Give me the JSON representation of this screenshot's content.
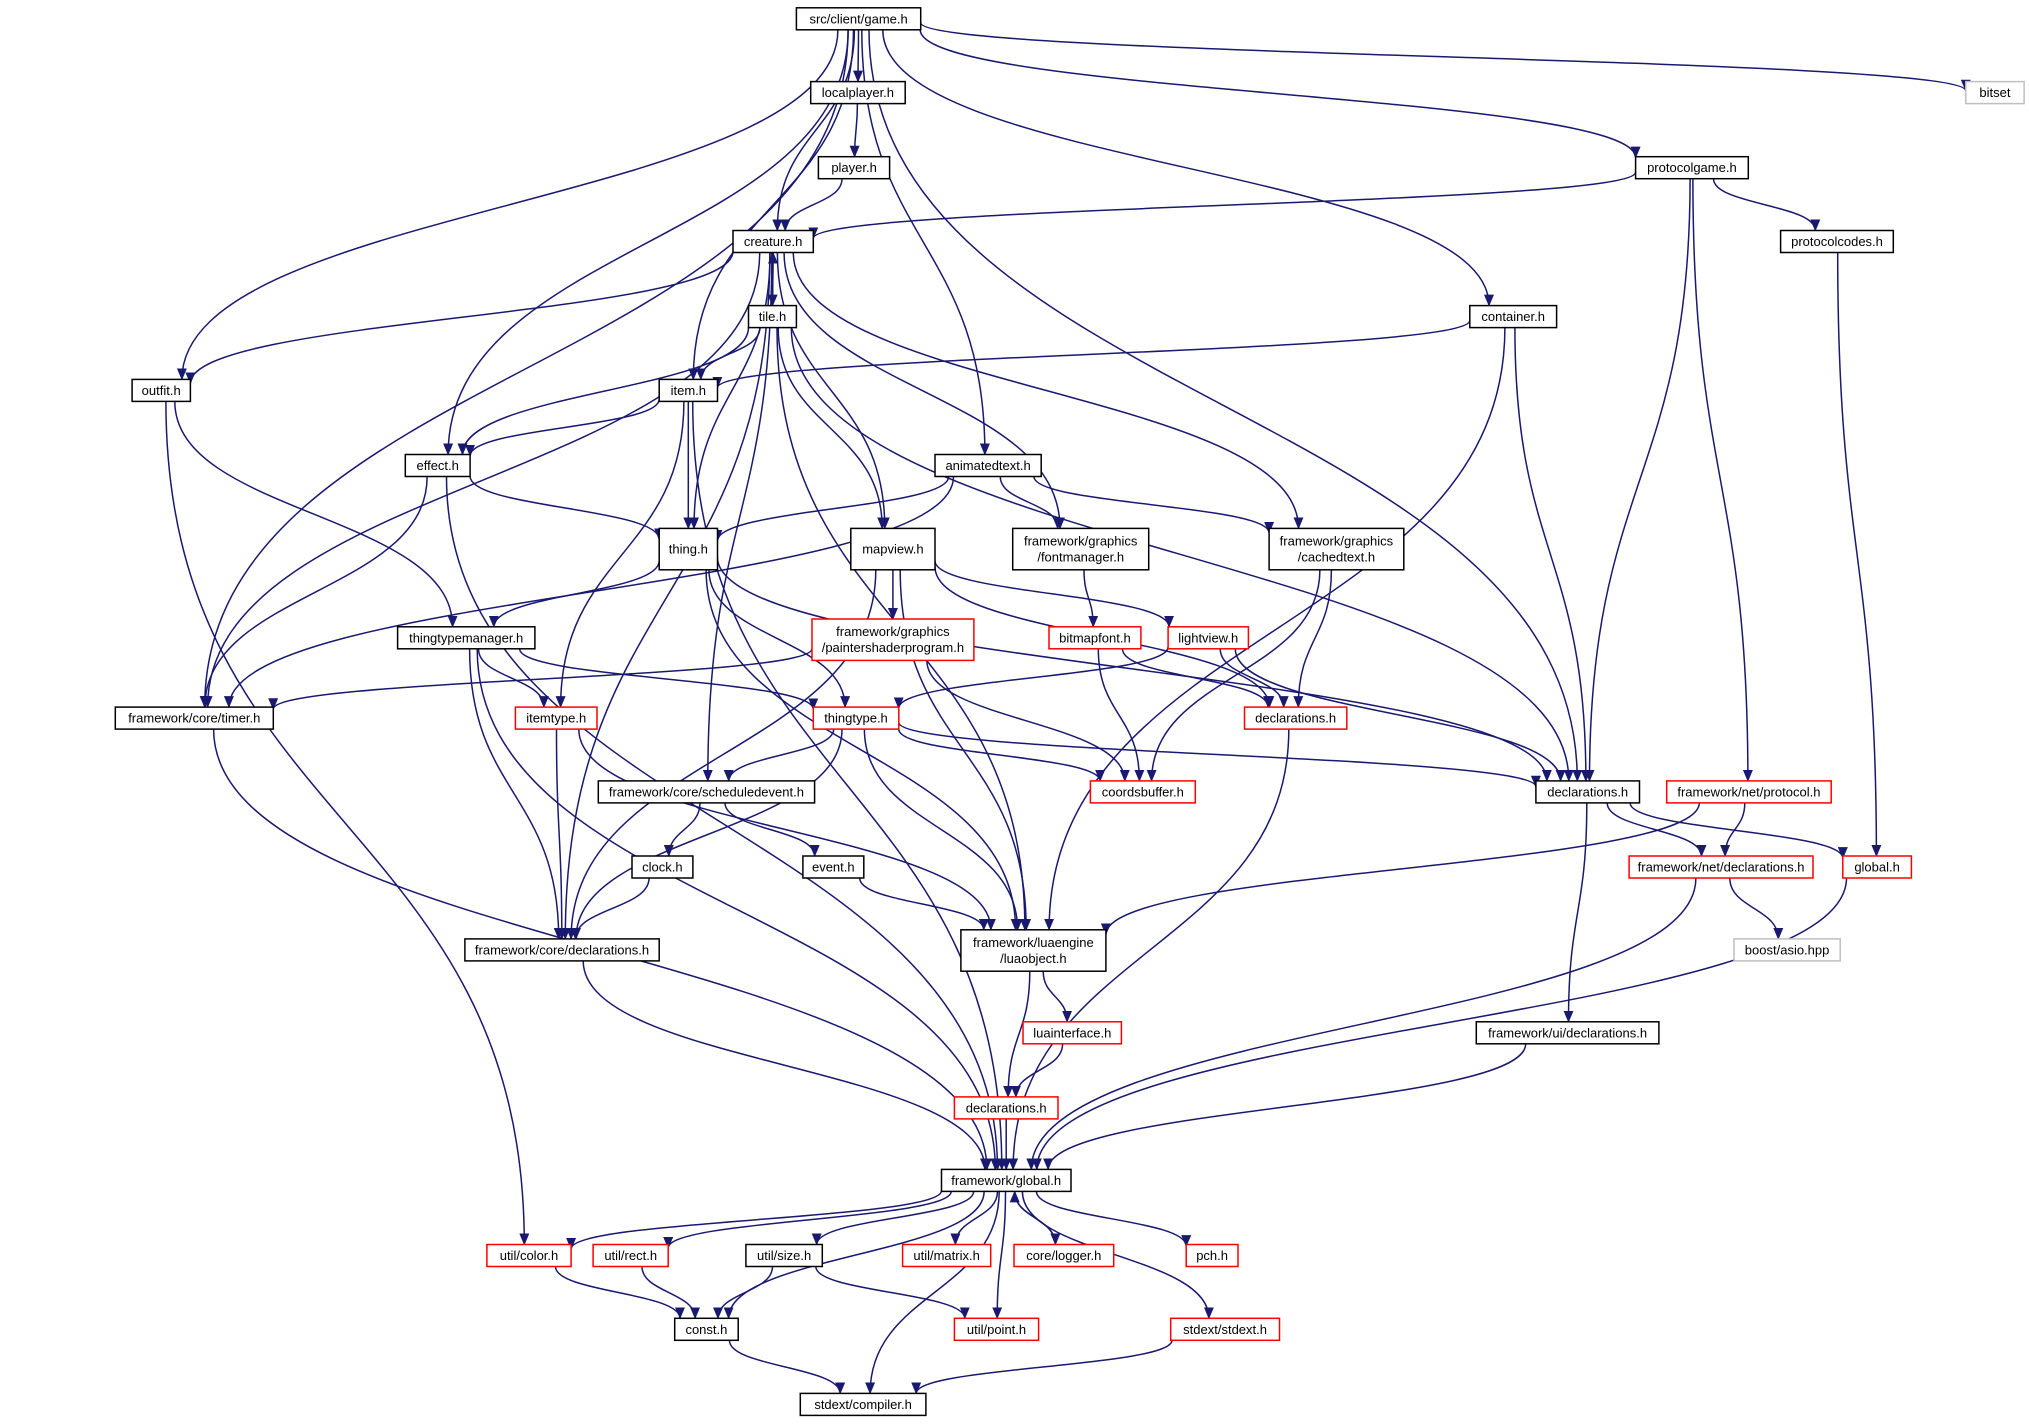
{
  "graph": {
    "colors": {
      "edge": "#191970",
      "node_normal": "#000000",
      "node_incomplete": "#ff0000",
      "node_external": "#bfbfbf",
      "node_root_fill": "#bfbfbf"
    },
    "nodes": {
      "game": {
        "lines": [
          "src/client/game.h"
        ],
        "kind": "root"
      },
      "localplayer": {
        "lines": [
          "localplayer.h"
        ],
        "kind": "normal"
      },
      "bitset": {
        "lines": [
          "bitset"
        ],
        "kind": "external"
      },
      "player": {
        "lines": [
          "player.h"
        ],
        "kind": "normal"
      },
      "protocolgame": {
        "lines": [
          "protocolgame.h"
        ],
        "kind": "normal"
      },
      "creature": {
        "lines": [
          "creature.h"
        ],
        "kind": "normal"
      },
      "protocolcodes": {
        "lines": [
          "protocolcodes.h"
        ],
        "kind": "normal"
      },
      "tile": {
        "lines": [
          "tile.h"
        ],
        "kind": "normal"
      },
      "container": {
        "lines": [
          "container.h"
        ],
        "kind": "normal"
      },
      "outfit": {
        "lines": [
          "outfit.h"
        ],
        "kind": "normal"
      },
      "item": {
        "lines": [
          "item.h"
        ],
        "kind": "normal"
      },
      "effect": {
        "lines": [
          "effect.h"
        ],
        "kind": "normal"
      },
      "animatedtext": {
        "lines": [
          "animatedtext.h"
        ],
        "kind": "normal"
      },
      "thing": {
        "lines": [
          "thing.h"
        ],
        "kind": "normal"
      },
      "mapview": {
        "lines": [
          "mapview.h"
        ],
        "kind": "normal"
      },
      "fontmanager": {
        "lines": [
          "framework/graphics",
          "/fontmanager.h"
        ],
        "kind": "normal"
      },
      "cachedtext": {
        "lines": [
          "framework/graphics",
          "/cachedtext.h"
        ],
        "kind": "normal"
      },
      "thingtypemanager": {
        "lines": [
          "thingtypemanager.h"
        ],
        "kind": "normal"
      },
      "paintershader": {
        "lines": [
          "framework/graphics",
          "/paintershaderprogram.h"
        ],
        "kind": "incomplete"
      },
      "bitmapfont": {
        "lines": [
          "bitmapfont.h"
        ],
        "kind": "incomplete"
      },
      "lightview": {
        "lines": [
          "lightview.h"
        ],
        "kind": "incomplete"
      },
      "timer": {
        "lines": [
          "framework/core/timer.h"
        ],
        "kind": "normal"
      },
      "itemtype": {
        "lines": [
          "itemtype.h"
        ],
        "kind": "incomplete"
      },
      "thingtype": {
        "lines": [
          "thingtype.h"
        ],
        "kind": "incomplete"
      },
      "declarations_red": {
        "lines": [
          "declarations.h"
        ],
        "kind": "incomplete"
      },
      "scheduledevent": {
        "lines": [
          "framework/core/scheduledevent.h"
        ],
        "kind": "normal"
      },
      "coordsbuffer": {
        "lines": [
          "coordsbuffer.h"
        ],
        "kind": "incomplete"
      },
      "declarations_main": {
        "lines": [
          "declarations.h"
        ],
        "kind": "normal"
      },
      "netprotocol": {
        "lines": [
          "framework/net/protocol.h"
        ],
        "kind": "incomplete"
      },
      "clock": {
        "lines": [
          "clock.h"
        ],
        "kind": "normal"
      },
      "event": {
        "lines": [
          "event.h"
        ],
        "kind": "normal"
      },
      "netdeclarations": {
        "lines": [
          "framework/net/declarations.h"
        ],
        "kind": "incomplete"
      },
      "global_red": {
        "lines": [
          "global.h"
        ],
        "kind": "incomplete"
      },
      "coredeclarations": {
        "lines": [
          "framework/core/declarations.h"
        ],
        "kind": "normal"
      },
      "luaobject": {
        "lines": [
          "framework/luaengine",
          "/luaobject.h"
        ],
        "kind": "normal"
      },
      "boostasio": {
        "lines": [
          "boost/asio.hpp"
        ],
        "kind": "external"
      },
      "luainterface": {
        "lines": [
          "luainterface.h"
        ],
        "kind": "incomplete"
      },
      "uideclarations": {
        "lines": [
          "framework/ui/declarations.h"
        ],
        "kind": "normal"
      },
      "declarations_lua": {
        "lines": [
          "declarations.h"
        ],
        "kind": "incomplete"
      },
      "fwglobal": {
        "lines": [
          "framework/global.h"
        ],
        "kind": "normal"
      },
      "color": {
        "lines": [
          "util/color.h"
        ],
        "kind": "incomplete"
      },
      "rect": {
        "lines": [
          "util/rect.h"
        ],
        "kind": "incomplete"
      },
      "size": {
        "lines": [
          "util/size.h"
        ],
        "kind": "normal"
      },
      "matrix": {
        "lines": [
          "util/matrix.h"
        ],
        "kind": "incomplete"
      },
      "logger": {
        "lines": [
          "core/logger.h"
        ],
        "kind": "incomplete"
      },
      "pch": {
        "lines": [
          "pch.h"
        ],
        "kind": "incomplete"
      },
      "const": {
        "lines": [
          "const.h"
        ],
        "kind": "normal"
      },
      "point": {
        "lines": [
          "util/point.h"
        ],
        "kind": "incomplete"
      },
      "stdext": {
        "lines": [
          "stdext/stdext.h"
        ],
        "kind": "incomplete"
      },
      "compiler": {
        "lines": [
          "stdext/compiler.h"
        ],
        "kind": "normal"
      }
    },
    "edges": [
      [
        "game",
        "localplayer"
      ],
      [
        "game",
        "bitset"
      ],
      [
        "game",
        "protocolgame"
      ],
      [
        "game",
        "creature"
      ],
      [
        "game",
        "container"
      ],
      [
        "game",
        "outfit"
      ],
      [
        "game",
        "item"
      ],
      [
        "game",
        "effect"
      ],
      [
        "game",
        "animatedtext"
      ],
      [
        "game",
        "timer"
      ],
      [
        "game",
        "declarations_main"
      ],
      [
        "localplayer",
        "player"
      ],
      [
        "player",
        "creature"
      ],
      [
        "protocolgame",
        "creature"
      ],
      [
        "protocolgame",
        "protocolcodes"
      ],
      [
        "protocolgame",
        "declarations_main"
      ],
      [
        "protocolgame",
        "netprotocol"
      ],
      [
        "protocolcodes",
        "global_red"
      ],
      [
        "creature",
        "tile"
      ],
      [
        "creature",
        "outfit"
      ],
      [
        "creature",
        "timer"
      ],
      [
        "creature",
        "thing"
      ],
      [
        "creature",
        "mapview"
      ],
      [
        "creature",
        "fontmanager"
      ],
      [
        "creature",
        "cachedtext"
      ],
      [
        "creature",
        "scheduledevent"
      ],
      [
        "creature",
        "coredeclarations"
      ],
      [
        "tile",
        "creature"
      ],
      [
        "tile",
        "item"
      ],
      [
        "tile",
        "effect"
      ],
      [
        "tile",
        "mapview"
      ],
      [
        "tile",
        "declarations_main"
      ],
      [
        "tile",
        "luaobject"
      ],
      [
        "container",
        "item"
      ],
      [
        "container",
        "declarations_main"
      ],
      [
        "container",
        "luaobject"
      ],
      [
        "item",
        "effect"
      ],
      [
        "item",
        "thing"
      ],
      [
        "item",
        "itemtype"
      ],
      [
        "item",
        "fwglobal"
      ],
      [
        "outfit",
        "thingtypemanager"
      ],
      [
        "outfit",
        "color"
      ],
      [
        "effect",
        "thing"
      ],
      [
        "effect",
        "timer"
      ],
      [
        "effect",
        "fwglobal"
      ],
      [
        "animatedtext",
        "thing"
      ],
      [
        "animatedtext",
        "fontmanager"
      ],
      [
        "animatedtext",
        "cachedtext"
      ],
      [
        "animatedtext",
        "timer"
      ],
      [
        "thing",
        "thingtypemanager"
      ],
      [
        "thing",
        "thingtype"
      ],
      [
        "thing",
        "declarations_main"
      ],
      [
        "thing",
        "luaobject"
      ],
      [
        "mapview",
        "paintershader"
      ],
      [
        "mapview",
        "lightview"
      ],
      [
        "mapview",
        "declarations_red"
      ],
      [
        "mapview",
        "coredeclarations"
      ],
      [
        "mapview",
        "luaobject"
      ],
      [
        "fontmanager",
        "bitmapfont"
      ],
      [
        "cachedtext",
        "coordsbuffer"
      ],
      [
        "cachedtext",
        "declarations_red"
      ],
      [
        "paintershader",
        "timer"
      ],
      [
        "paintershader",
        "coordsbuffer"
      ],
      [
        "bitmapfont",
        "coordsbuffer"
      ],
      [
        "bitmapfont",
        "declarations_red"
      ],
      [
        "lightview",
        "thingtype"
      ],
      [
        "lightview",
        "declarations_red"
      ],
      [
        "lightview",
        "declarations_main"
      ],
      [
        "thingtypemanager",
        "itemtype"
      ],
      [
        "thingtypemanager",
        "thingtype"
      ],
      [
        "thingtypemanager",
        "coredeclarations"
      ],
      [
        "thingtypemanager",
        "fwglobal"
      ],
      [
        "timer",
        "fwglobal"
      ],
      [
        "itemtype",
        "coredeclarations"
      ],
      [
        "itemtype",
        "luaobject"
      ],
      [
        "thingtype",
        "scheduledevent"
      ],
      [
        "thingtype",
        "coordsbuffer"
      ],
      [
        "thingtype",
        "declarations_main"
      ],
      [
        "thingtype",
        "luaobject"
      ],
      [
        "thingtype",
        "coredeclarations"
      ],
      [
        "declarations_red",
        "fwglobal"
      ],
      [
        "scheduledevent",
        "clock"
      ],
      [
        "scheduledevent",
        "event"
      ],
      [
        "clock",
        "coredeclarations"
      ],
      [
        "event",
        "luaobject"
      ],
      [
        "declarations_main",
        "netdeclarations"
      ],
      [
        "declarations_main",
        "global_red"
      ],
      [
        "declarations_main",
        "uideclarations"
      ],
      [
        "netprotocol",
        "netdeclarations"
      ],
      [
        "netprotocol",
        "luaobject"
      ],
      [
        "netdeclarations",
        "boostasio"
      ],
      [
        "netdeclarations",
        "fwglobal"
      ],
      [
        "global_red",
        "fwglobal"
      ],
      [
        "coredeclarations",
        "fwglobal"
      ],
      [
        "luaobject",
        "luainterface"
      ],
      [
        "luaobject",
        "declarations_lua"
      ],
      [
        "luainterface",
        "declarations_lua"
      ],
      [
        "uideclarations",
        "fwglobal"
      ],
      [
        "declarations_lua",
        "fwglobal"
      ],
      [
        "fwglobal",
        "color"
      ],
      [
        "fwglobal",
        "rect"
      ],
      [
        "fwglobal",
        "size"
      ],
      [
        "fwglobal",
        "matrix"
      ],
      [
        "fwglobal",
        "logger"
      ],
      [
        "fwglobal",
        "pch"
      ],
      [
        "fwglobal",
        "const"
      ],
      [
        "fwglobal",
        "point"
      ],
      [
        "fwglobal",
        "stdext"
      ],
      [
        "fwglobal",
        "compiler"
      ],
      [
        "logger",
        "fwglobal"
      ],
      [
        "color",
        "const"
      ],
      [
        "rect",
        "const"
      ],
      [
        "size",
        "const"
      ],
      [
        "size",
        "point"
      ],
      [
        "const",
        "compiler"
      ],
      [
        "stdext",
        "compiler"
      ]
    ]
  }
}
